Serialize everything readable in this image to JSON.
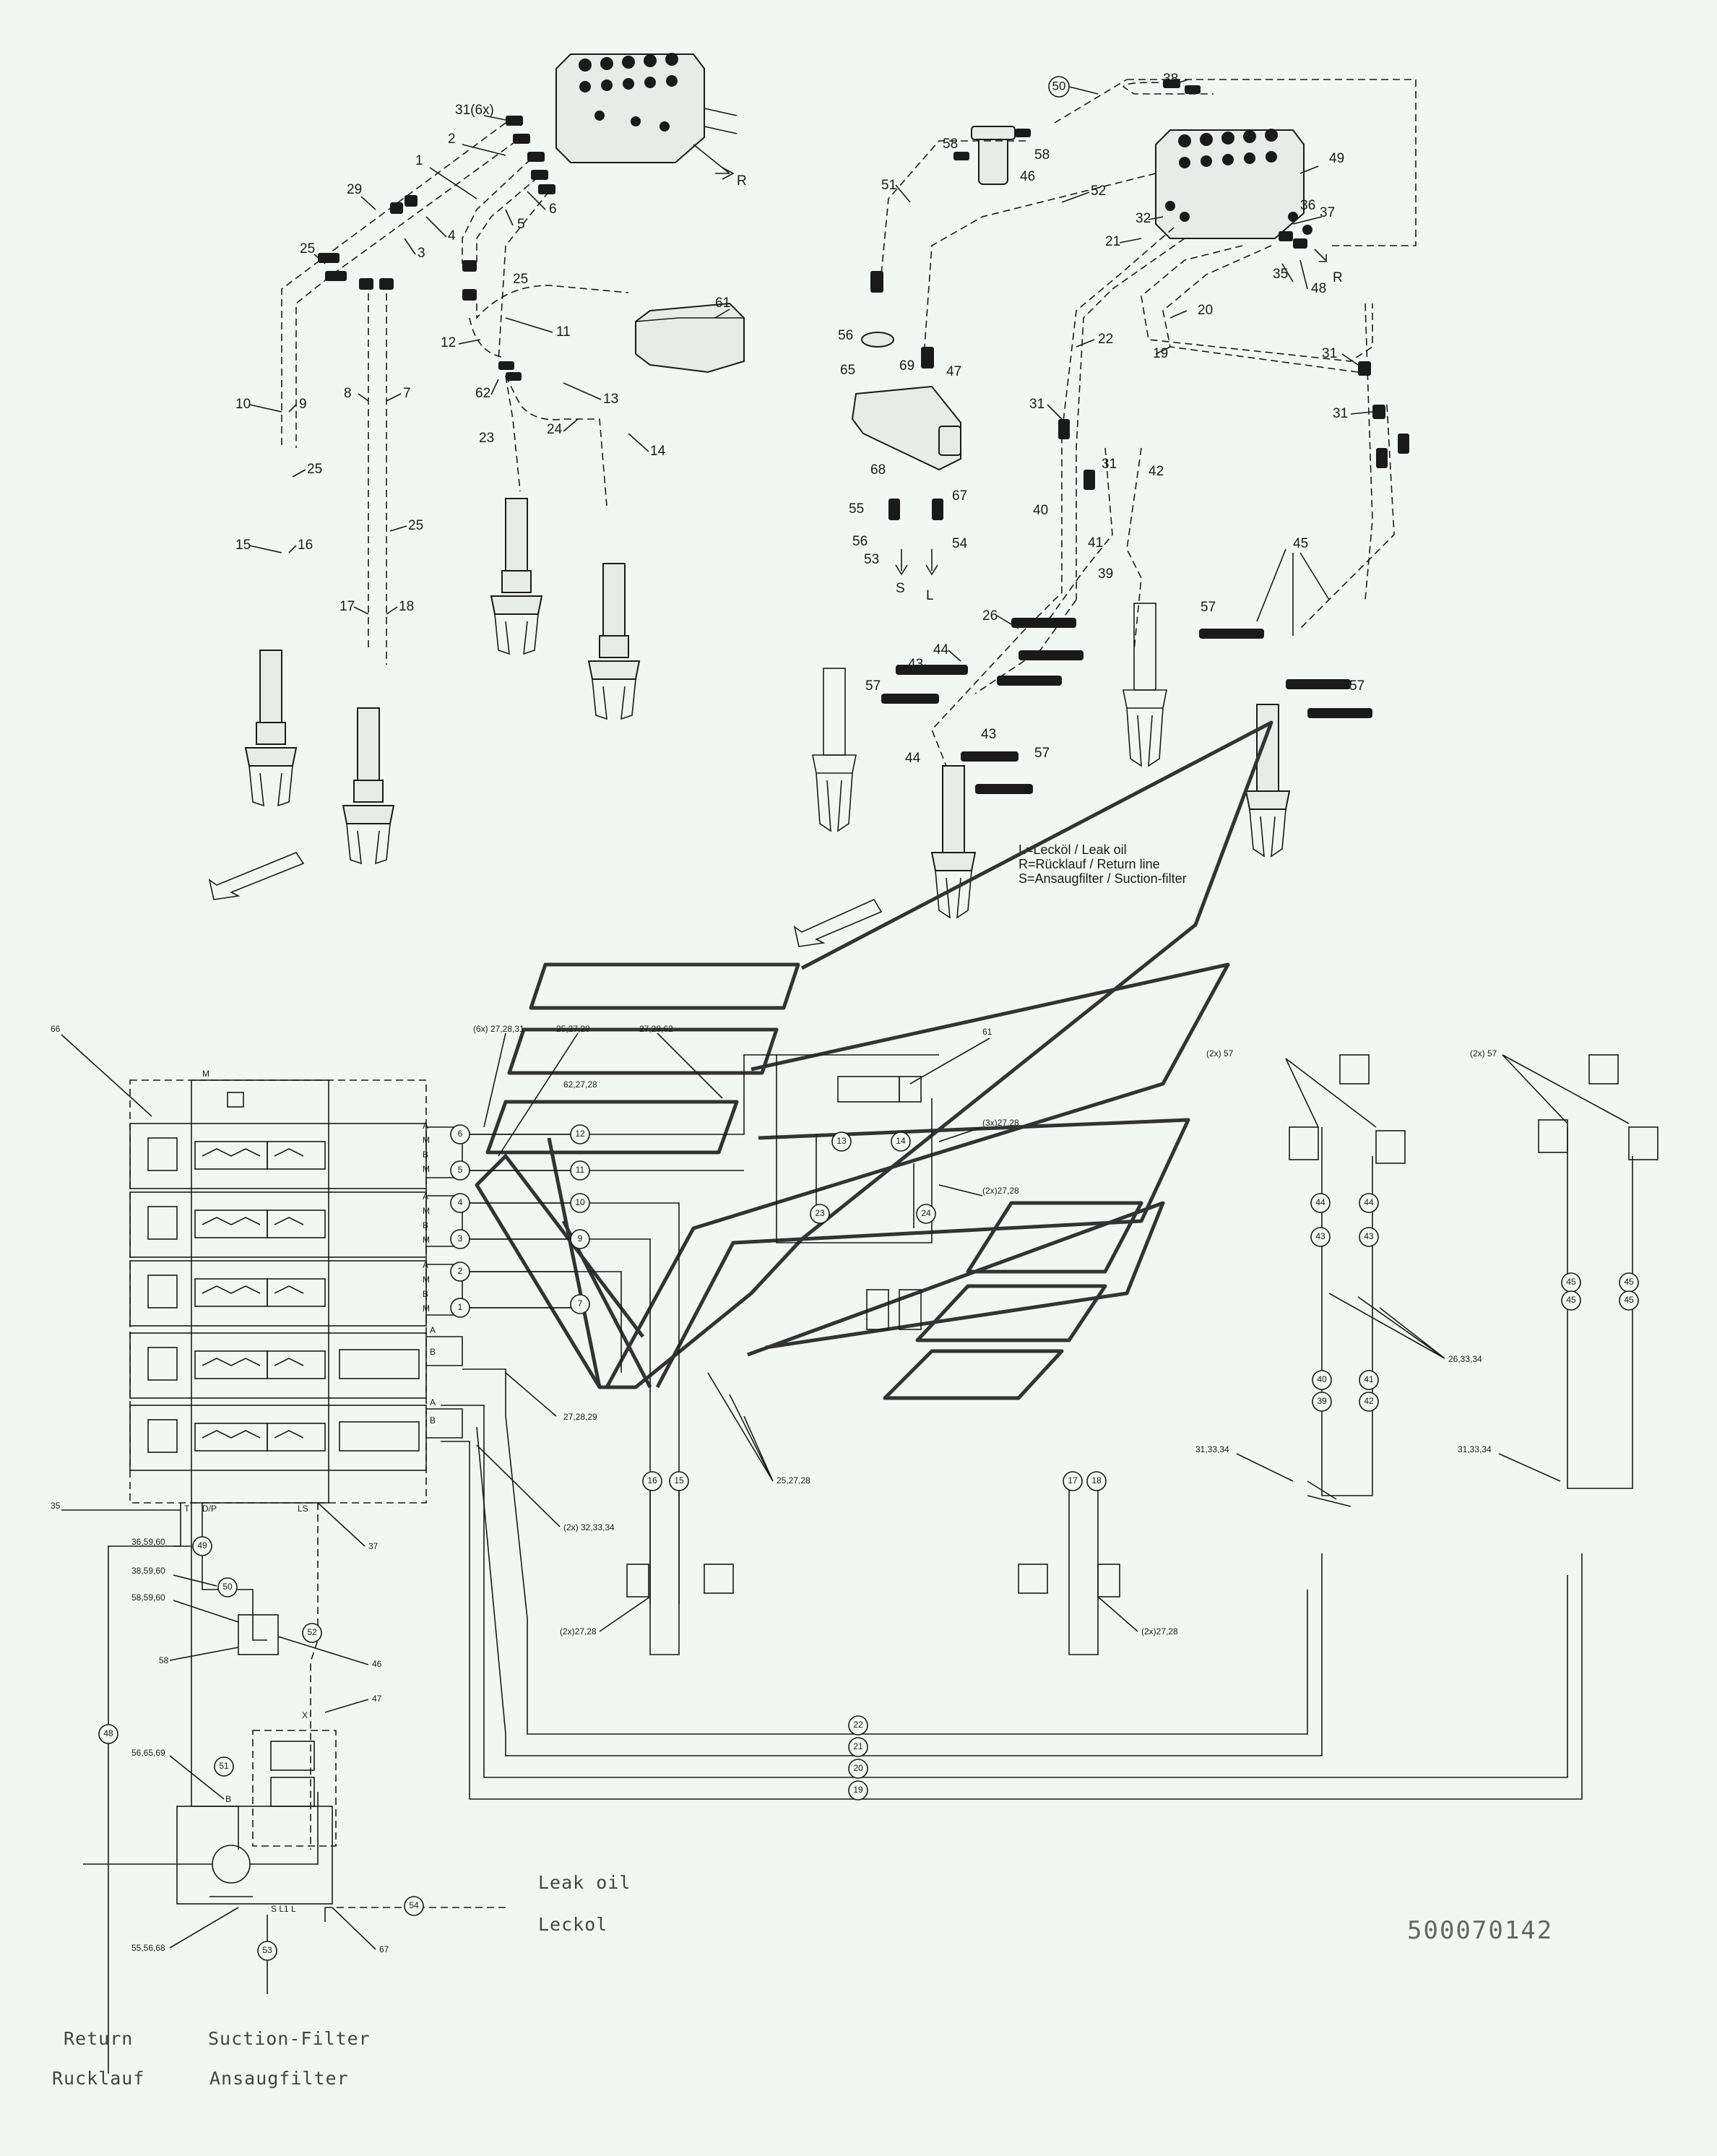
{
  "legend": {
    "line1": "L=Lecköl / Leak oil",
    "line2": "R=Rücklauf / Return line",
    "line3": "S=Ansaugfilter / Suction-filter"
  },
  "port_labels": {
    "R1": "R",
    "R2": "R",
    "S": "S",
    "L": "L"
  },
  "iso_left_labels": [
    "31(6x)",
    "2",
    "1",
    "29",
    "6",
    "5",
    "4",
    "3",
    "25",
    "25",
    "61",
    "11",
    "12",
    "13",
    "62",
    "24",
    "23",
    "14",
    "10",
    "9",
    "8",
    "7",
    "25",
    "25",
    "15",
    "16",
    "17",
    "18"
  ],
  "iso_right_labels": [
    "50",
    "38",
    "58",
    "58",
    "46",
    "51",
    "52",
    "49",
    "37",
    "36",
    "32",
    "21",
    "35",
    "48",
    "56",
    "65",
    "69",
    "47",
    "20",
    "22",
    "19",
    "31",
    "31",
    "31",
    "68",
    "67",
    "55",
    "56",
    "54",
    "53",
    "40",
    "31",
    "42",
    "41",
    "39",
    "26",
    "44",
    "43",
    "57",
    "45",
    "57",
    "43",
    "44",
    "57",
    "57"
  ],
  "schematic": {
    "block_label": "66",
    "top_left_group": "(6x) 27,28,31",
    "top_group_2": "25,27,28",
    "top_group_3": "27,28,62",
    "top_group_4": "62,27,28",
    "valve_61": "61",
    "group_3x": "(3x)27,28",
    "group_2x_1": "(2x)27,28",
    "group_2x57_l": "(2x) 57",
    "group_2x57_r": "(2x) 57",
    "group_27_28_29": "27,28,29",
    "group_25_27_28": "25,27,28",
    "group_2x_32": "(2x) 32,33,34",
    "group_26": "26,33,34",
    "group_31_l": "31,33,34",
    "group_31_r": "31,33,34",
    "group_cyl_l": "(2x)27,28",
    "group_cyl_r": "(2x)27,28",
    "port_T": "T",
    "port_P": "D/P",
    "port_LS": "LS",
    "ref_35": "35",
    "ref_36": "36,59,60",
    "ref_37": "37",
    "ref_38": "38,59,60",
    "ref_58a": "58,59,60",
    "ref_58": "58",
    "ref_46": "46",
    "ref_47": "47",
    "ref_56": "56,65,69",
    "ref_55": "55,56,68",
    "ref_67": "67",
    "pump_ports": "S  L1  L",
    "port_X": "X",
    "port_B": "B",
    "circles": [
      "6",
      "5",
      "4",
      "3",
      "2",
      "1",
      "12",
      "11",
      "10",
      "9",
      "7",
      "13",
      "14",
      "23",
      "24",
      "16",
      "15",
      "17",
      "18",
      "44",
      "43",
      "44",
      "43",
      "40",
      "39",
      "41",
      "42",
      "45",
      "45",
      "45",
      "45",
      "22",
      "21",
      "20",
      "19",
      "49",
      "50",
      "52",
      "51",
      "53",
      "54",
      "48"
    ]
  },
  "footer": {
    "leak_en": "Leak oil",
    "leak_de": "Leckol",
    "return_en": "Return",
    "return_de": "Rucklauf",
    "suction_en": "Suction-Filter",
    "suction_de": "Ansaugfilter",
    "doc_number": "500070142"
  }
}
